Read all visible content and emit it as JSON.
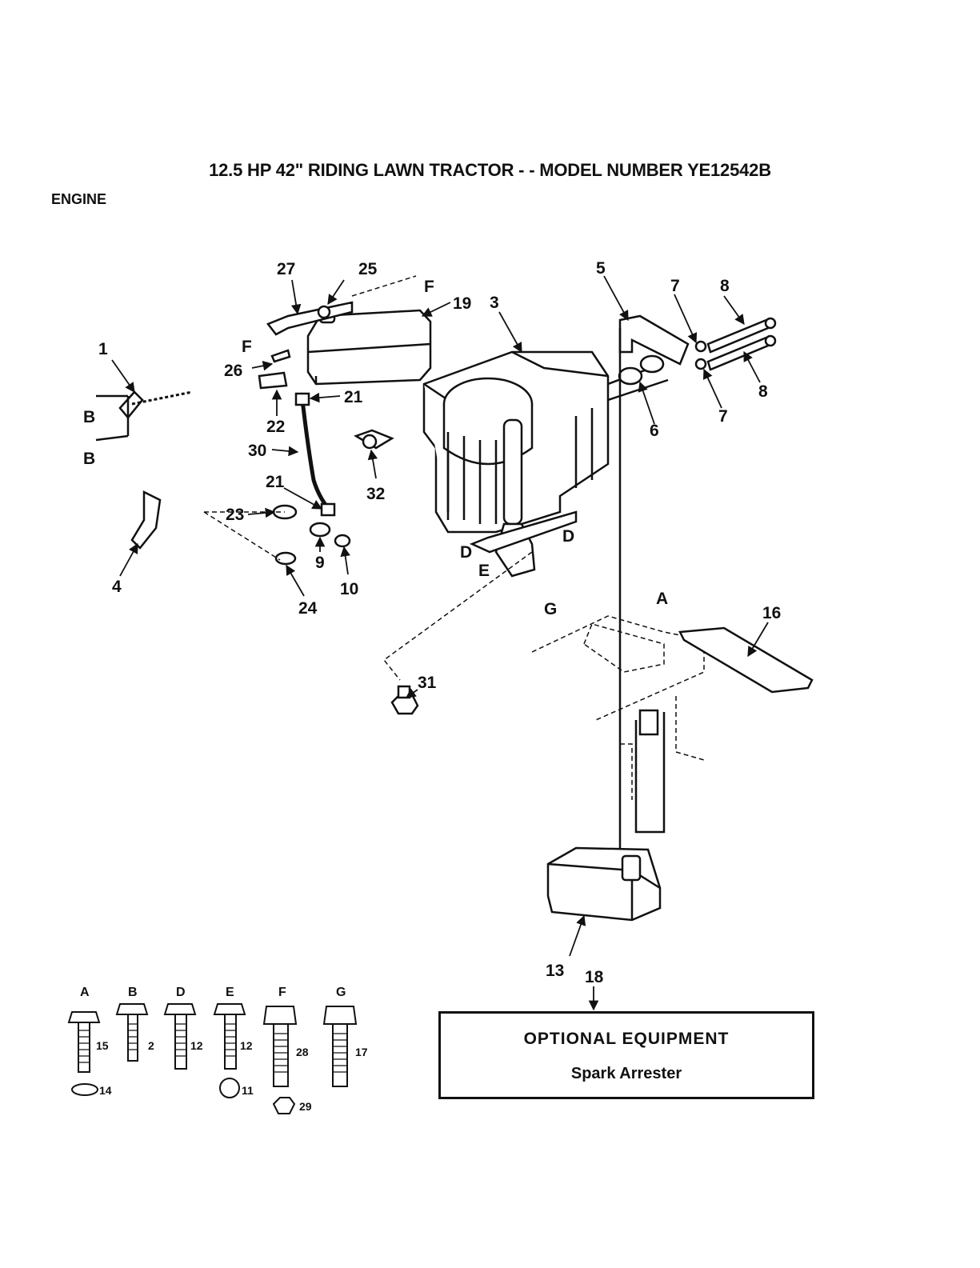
{
  "header": {
    "title": "12.5 HP 42\" RIDING LAWN TRACTOR - - MODEL NUMBER YE12542B",
    "section": "ENGINE"
  },
  "callouts": {
    "c1": "1",
    "c2": "2",
    "c3": "3",
    "c4": "4",
    "c5": "5",
    "c6": "6",
    "c7a": "7",
    "c7b": "7",
    "c8a": "8",
    "c8b": "8",
    "c9": "9",
    "c10": "10",
    "c11": "11",
    "c12a": "12",
    "c12b": "12",
    "c13": "13",
    "c14": "14",
    "c15": "15",
    "c16": "16",
    "c17": "17",
    "c18": "18",
    "c19": "19",
    "c21a": "21",
    "c21b": "21",
    "c22": "22",
    "c23": "23",
    "c24": "24",
    "c25": "25",
    "c26": "26",
    "c27": "27",
    "c28": "28",
    "c29": "29",
    "c30": "30",
    "c31": "31",
    "c32": "32"
  },
  "letters": {
    "A": "A",
    "B1": "B",
    "B2": "B",
    "D1": "D",
    "D2": "D",
    "E": "E",
    "F1": "F",
    "F2": "F",
    "G": "G",
    "hwA": "A",
    "hwB": "B",
    "hwD": "D",
    "hwE": "E",
    "hwF": "F",
    "hwG": "G"
  },
  "optional": {
    "heading": "OPTIONAL EQUIPMENT",
    "item": "Spark Arrester"
  }
}
